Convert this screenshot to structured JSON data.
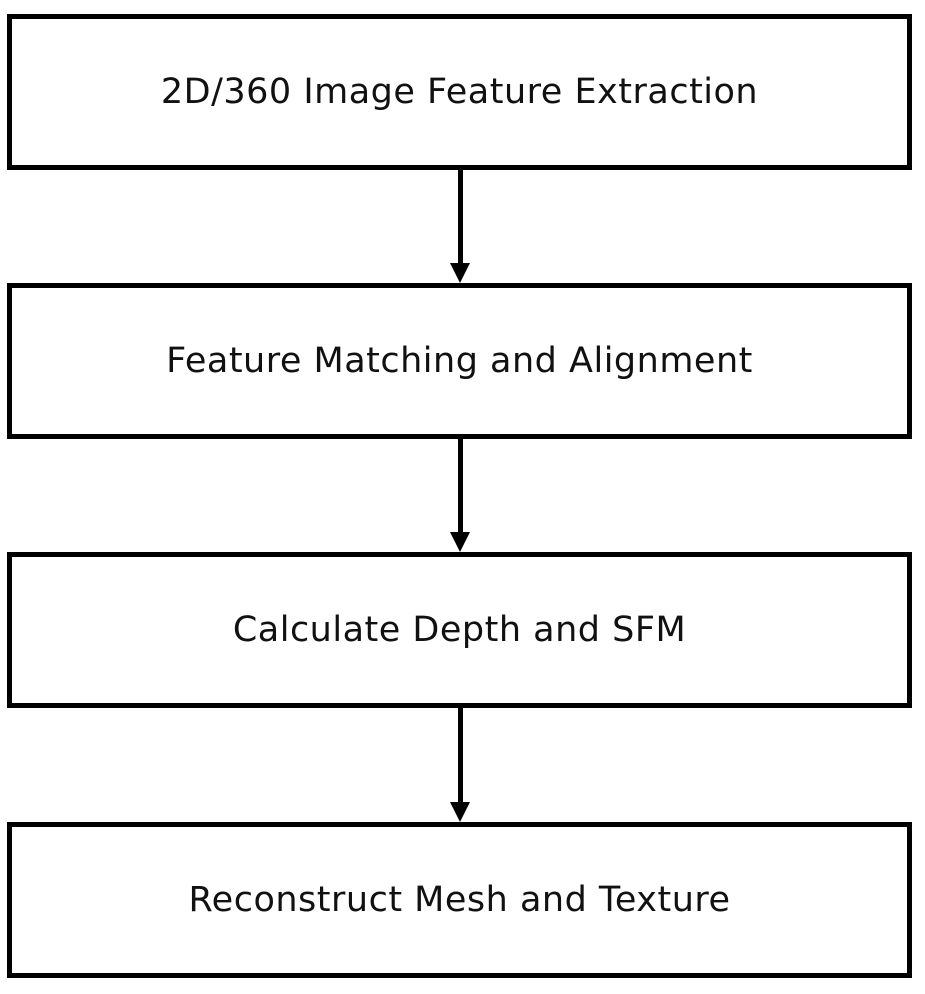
{
  "flowchart": {
    "steps": [
      {
        "label": "2D/360 Image Feature Extraction"
      },
      {
        "label": "Feature Matching and Alignment"
      },
      {
        "label": "Calculate Depth and SFM"
      },
      {
        "label": "Reconstruct Mesh and Texture"
      }
    ],
    "colors": {
      "stroke": "#000000",
      "fill": "#ffffff",
      "text": "#111111"
    }
  }
}
